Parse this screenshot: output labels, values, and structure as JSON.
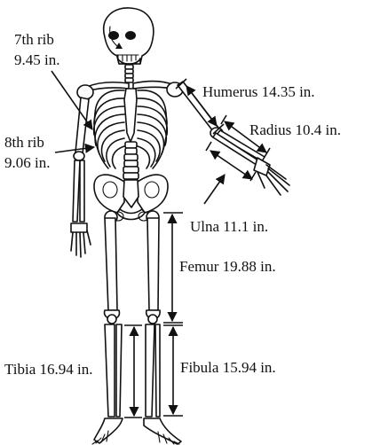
{
  "labels": {
    "rib7_name": "7th rib",
    "rib7_len": "9.45 in.",
    "rib8_name": "8th rib",
    "rib8_len": "9.06 in.",
    "humerus": "Humerus 14.35 in.",
    "radius": "Radius 10.4 in.",
    "ulna": "Ulna 11.1 in.",
    "femur": "Femur 19.88 in.",
    "tibia": "Tibia 16.94 in.",
    "fibula": "Fibula 15.94 in."
  }
}
